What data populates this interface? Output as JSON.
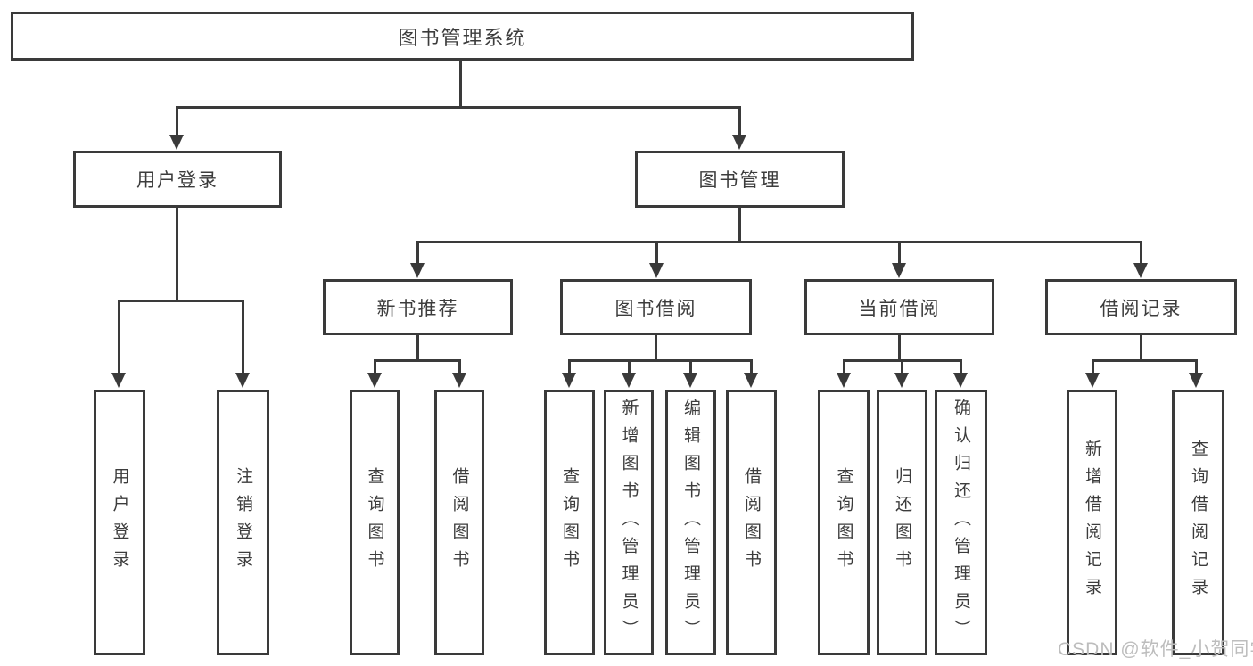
{
  "diagram_type": "hierarchy-tree",
  "colors": {
    "line": "#3a3a3a",
    "text": "#3c3c3c",
    "box_background": "#ffffff",
    "watermark": "#bdbdbd"
  },
  "tree": {
    "root": {
      "label": "图书管理系统"
    },
    "user_login": {
      "label": "用户登录",
      "children": [
        {
          "label": "用户登录"
        },
        {
          "label": "注销登录"
        }
      ]
    },
    "book_mgmt": {
      "label": "图书管理",
      "sections": [
        {
          "label": "新书推荐",
          "children": [
            {
              "label": "查询图书"
            },
            {
              "label": "借阅图书"
            }
          ]
        },
        {
          "label": "图书借阅",
          "children": [
            {
              "label": "查询图书"
            },
            {
              "label": "新增图书（管理员）"
            },
            {
              "label": "编辑图书（管理员）"
            },
            {
              "label": "借阅图书"
            }
          ]
        },
        {
          "label": "当前借阅",
          "children": [
            {
              "label": "查询图书"
            },
            {
              "label": "归还图书"
            },
            {
              "label": "确认归还（管理员）"
            }
          ]
        },
        {
          "label": "借阅记录",
          "children": [
            {
              "label": "新增借阅记录"
            },
            {
              "label": "查询借阅记录"
            }
          ]
        }
      ]
    }
  },
  "watermark": {
    "text": "CSDN @软件_小贺同学"
  }
}
